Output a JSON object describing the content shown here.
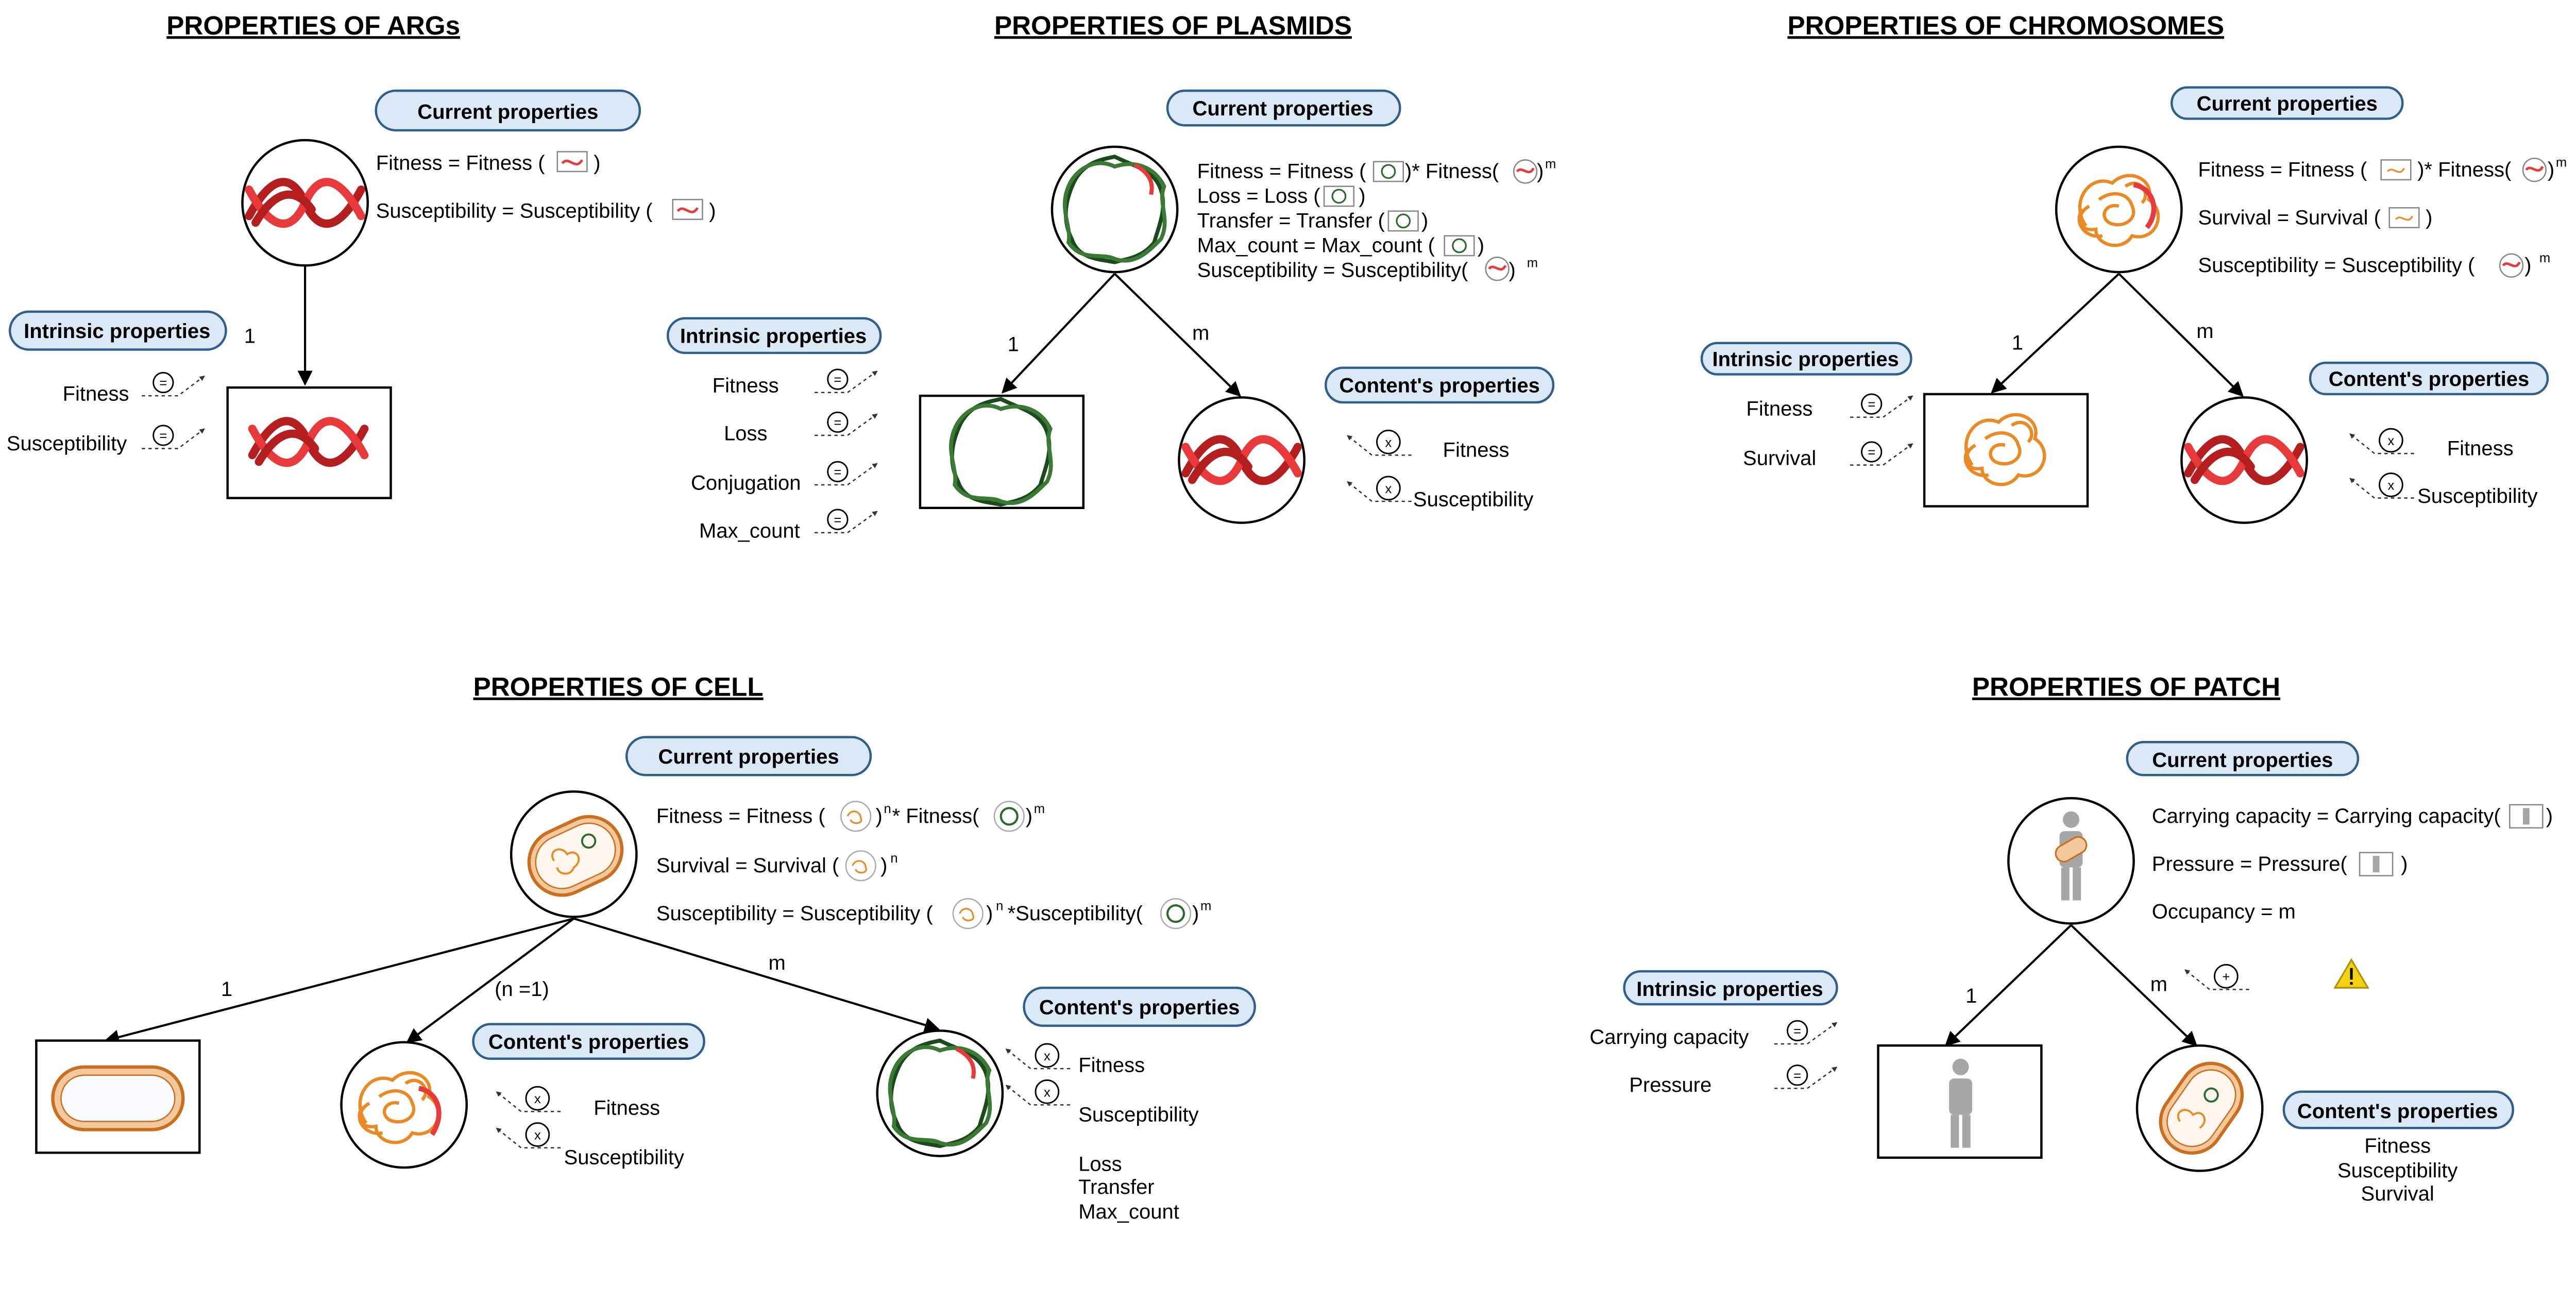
{
  "args": {
    "title": "PROPERTIES OF ARGs",
    "current": "Current  properties",
    "current_lines": [
      "Fitness = Fitness (",
      ")",
      "Susceptibility = Susceptibility (",
      ")"
    ],
    "intrinsic": "Intrinsic properties",
    "intrinsic_items": [
      "Fitness",
      "Susceptibility"
    ],
    "edge_label": "1"
  },
  "plasmids": {
    "title": "PROPERTIES OF PLASMIDS",
    "current": "Current  properties",
    "current_lines": [
      "Fitness = Fitness (",
      ")* Fitness(",
      ")",
      "m",
      "Loss = Loss (",
      ")",
      "Transfer = Transfer (",
      ")",
      "Max_count = Max_count (",
      ")",
      "Susceptibility = Susceptibility(",
      ")",
      "m"
    ],
    "intrinsic": "Intrinsic properties",
    "intrinsic_items": [
      "Fitness",
      "Loss",
      "Conjugation",
      "Max_count"
    ],
    "content": "Content's properties",
    "content_items": [
      "Fitness",
      "Susceptibility"
    ],
    "edge_labels": [
      "1",
      "m"
    ]
  },
  "chromosomes": {
    "title": "PROPERTIES OF CHROMOSOMES",
    "current": "Current  properties",
    "current_lines": [
      "Fitness = Fitness (",
      ")* Fitness(",
      ")",
      "m",
      "Survival = Survival (",
      ")",
      "Susceptibility = Susceptibility (",
      ")",
      "m"
    ],
    "intrinsic": "Intrinsic properties",
    "intrinsic_items": [
      "Fitness",
      "Survival"
    ],
    "content": "Content's properties",
    "content_items": [
      "Fitness",
      "Susceptibility"
    ],
    "edge_labels": [
      "1",
      "m"
    ]
  },
  "cell": {
    "title": "PROPERTIES OF CELL",
    "current": "Current  properties",
    "current_lines": [
      "Fitness = Fitness (",
      ")",
      "n",
      " * Fitness(",
      ")",
      "m",
      "Survival = Survival (",
      ")",
      "n",
      "Susceptibility = Susceptibility (",
      ")",
      "n",
      " *Susceptibility(",
      ")",
      "m"
    ],
    "edge_labels": [
      "1",
      "(n =1)",
      "m"
    ],
    "content_chromo": "Content's properties",
    "content_chromo_items": [
      "Fitness",
      "Susceptibility"
    ],
    "content_plasmid": "Content's properties",
    "content_plasmid_items": [
      "Fitness",
      "Susceptibility"
    ],
    "plasmid_extra": [
      "Loss",
      "Transfer",
      "Max_count"
    ]
  },
  "patch": {
    "title": "PROPERTIES OF PATCH",
    "current": "Current  properties",
    "current_lines": [
      "Carrying capacity = Carrying capacity(",
      ")",
      "Pressure = Pressure(",
      ")",
      "Occupancy = m"
    ],
    "intrinsic": "Intrinsic properties",
    "intrinsic_items": [
      "Carrying capacity",
      "Pressure"
    ],
    "content": "Content's properties",
    "content_items": [
      "Fitness",
      "Susceptibility",
      "Survival"
    ],
    "edge_labels": [
      "1",
      "m"
    ]
  },
  "symbols": {
    "equal": "=",
    "multiply": "x",
    "plus": "+"
  },
  "icons": [
    "arg-icon",
    "plasmid-icon",
    "chromosome-icon",
    "cell-icon",
    "patch-icon",
    "warning-icon"
  ],
  "colors": {
    "pill_fill": "#dbe9f6",
    "pill_stroke": "#2f5f8a",
    "arg_red": "#e8393b",
    "plasmid_green": "#1c4a1c",
    "chromosome_orange": "#e98a25",
    "warning_yellow": "#f3d214"
  }
}
